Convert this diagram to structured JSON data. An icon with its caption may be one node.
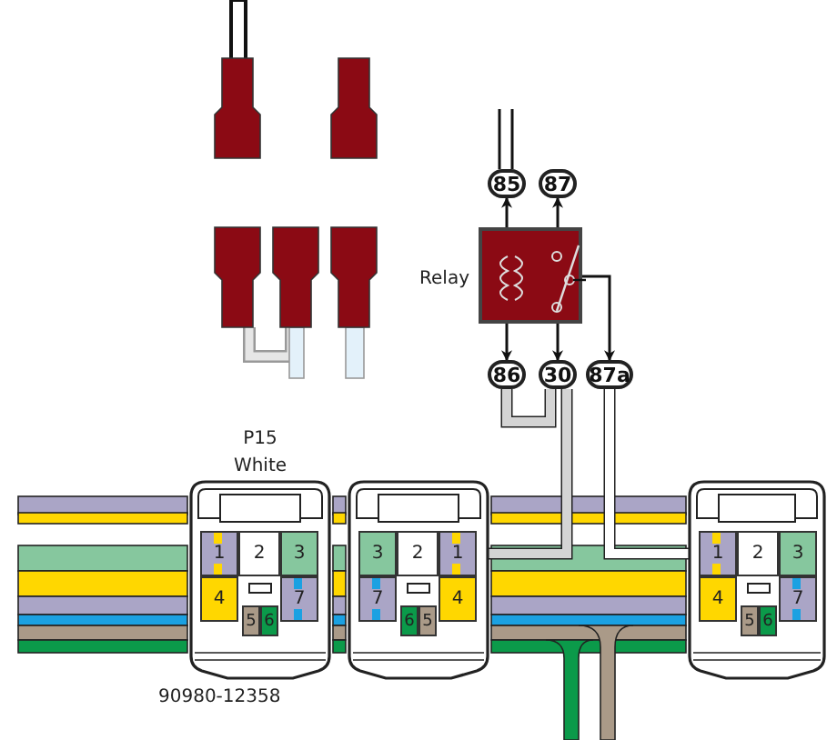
{
  "diagram": {
    "nodes": [
      {
        "text": [
          "Relay"
        ]
      },
      {
        "text": [
          "85"
        ]
      },
      {
        "text": [
          "87"
        ]
      },
      {
        "text": [
          "86"
        ]
      },
      {
        "text": [
          "30"
        ]
      },
      {
        "text": [
          "87a"
        ]
      },
      {
        "text": [
          "P15",
          "White"
        ],
        "beside": [
          "90980-12358"
        ]
      },
      {
        "text": [
          "1"
        ],
        "in": 6
      },
      {
        "text": [
          "2"
        ],
        "in": 6
      },
      {
        "text": [
          "3"
        ],
        "in": 6
      },
      {
        "text": [
          "4"
        ],
        "in": 6
      },
      {
        "text": [
          "7"
        ],
        "in": 6
      },
      {
        "text": [
          "5"
        ],
        "in": 6
      },
      {
        "text": [
          "6"
        ],
        "in": 6
      },
      {
        "text": [],
        "shape": "box"
      },
      {
        "text": [
          "3"
        ],
        "in": 14
      },
      {
        "text": [
          "2"
        ],
        "in": 14
      },
      {
        "text": [
          "1"
        ],
        "in": 14
      },
      {
        "text": [
          "7"
        ],
        "in": 14
      },
      {
        "text": [
          "4"
        ],
        "in": 14
      },
      {
        "text": [
          "6"
        ],
        "in": 14
      },
      {
        "text": [
          "5"
        ],
        "in": 14
      },
      {
        "text": [],
        "shape": "box"
      },
      {
        "text": [
          "1"
        ],
        "in": 22
      },
      {
        "text": [
          "2"
        ],
        "in": 22
      },
      {
        "text": [
          "3"
        ],
        "in": 22
      },
      {
        "text": [
          "4"
        ],
        "in": 22
      },
      {
        "text": [
          "7"
        ],
        "in": 22
      },
      {
        "text": [
          "5"
        ],
        "in": 22
      },
      {
        "text": [
          "6"
        ],
        "in": 22
      }
    ],
    "edges": [
      {
        "from": 0,
        "to": 1,
        "arrow": "to"
      },
      {
        "from": 0,
        "to": 2,
        "arrow": "to"
      },
      {
        "from": 0,
        "to": 3,
        "arrow": "to"
      },
      {
        "from": 0,
        "to": 4,
        "arrow": "to"
      },
      {
        "from": 0,
        "to": 5,
        "arrow": "to"
      },
      {
        "from": 3,
        "to": 4,
        "arrow": "none",
        "style": "thick",
        "color": "#d4d4d4"
      },
      {
        "from": 4,
        "to": 17,
        "arrow": "none",
        "style": "thick",
        "color": "#d4d4d4"
      },
      {
        "from": 5,
        "to": 23,
        "arrow": "none",
        "style": "thick",
        "color": "#ffffff"
      },
      {
        "from": null,
        "to": 1,
        "arrow": "none"
      }
    ]
  }
}
